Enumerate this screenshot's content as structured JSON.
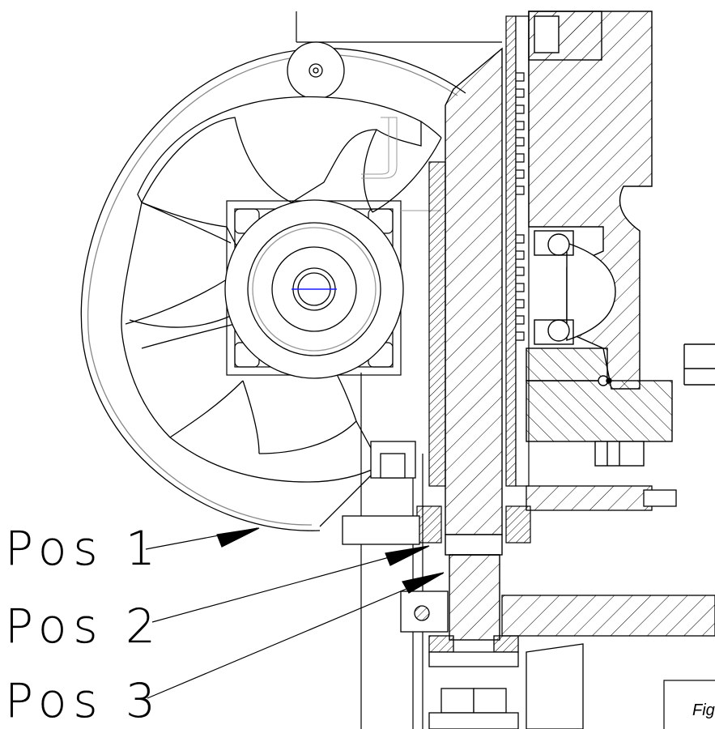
{
  "callouts": [
    {
      "label": "Pos 1"
    },
    {
      "label": "Pos 2"
    },
    {
      "label": "Pos 3"
    }
  ],
  "figure_caption": "Fig",
  "colors": {
    "line": "#000000",
    "centerline": "#1a1aff",
    "hatch": "#000000",
    "background": "#ffffff"
  }
}
